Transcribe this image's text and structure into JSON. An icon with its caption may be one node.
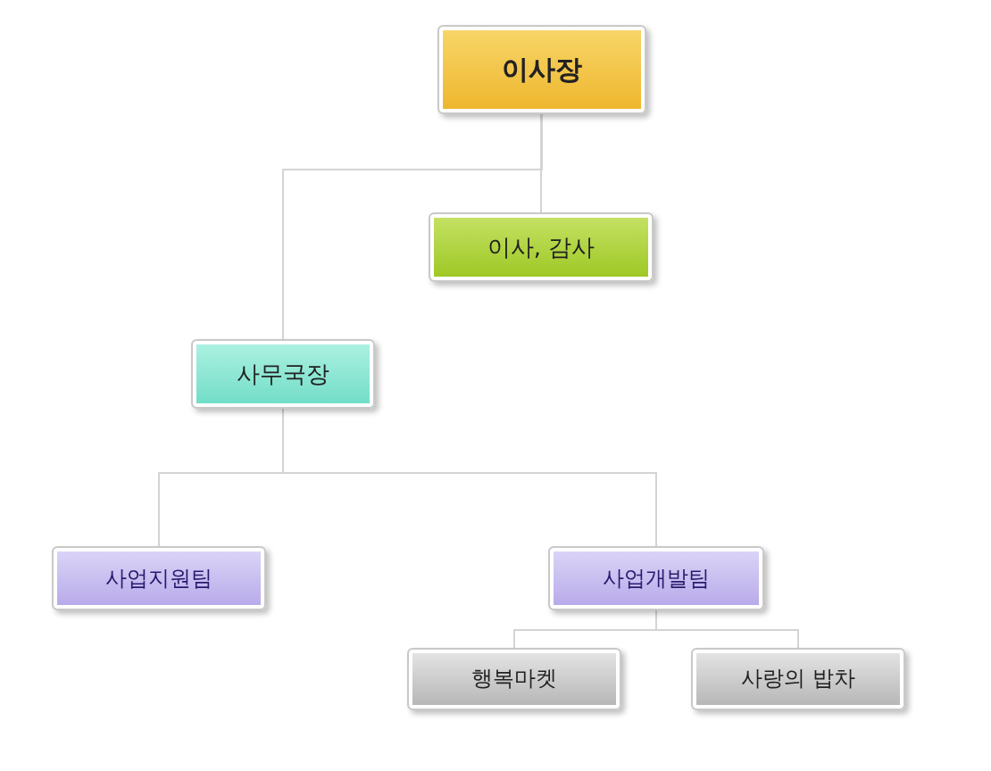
{
  "diagram": {
    "nodes": [
      {
        "text": [
          "이사장"
        ]
      },
      {
        "text": [
          "이사, 감사"
        ]
      },
      {
        "text": [
          "사무국장"
        ]
      },
      {
        "text": [
          "사업지원팀"
        ]
      },
      {
        "text": [
          "사업개발팀"
        ]
      },
      {
        "text": [
          "행복마켓"
        ]
      },
      {
        "text": [
          "사랑의 밥차"
        ]
      }
    ],
    "edges": [
      {
        "from": 0,
        "to": 1,
        "arrow": "none"
      },
      {
        "from": 0,
        "to": 2,
        "arrow": "none"
      },
      {
        "from": 2,
        "to": 3,
        "arrow": "none"
      },
      {
        "from": 2,
        "to": 4,
        "arrow": "none"
      },
      {
        "from": 4,
        "to": 5,
        "arrow": "none"
      },
      {
        "from": 4,
        "to": 6,
        "arrow": "none"
      }
    ]
  }
}
